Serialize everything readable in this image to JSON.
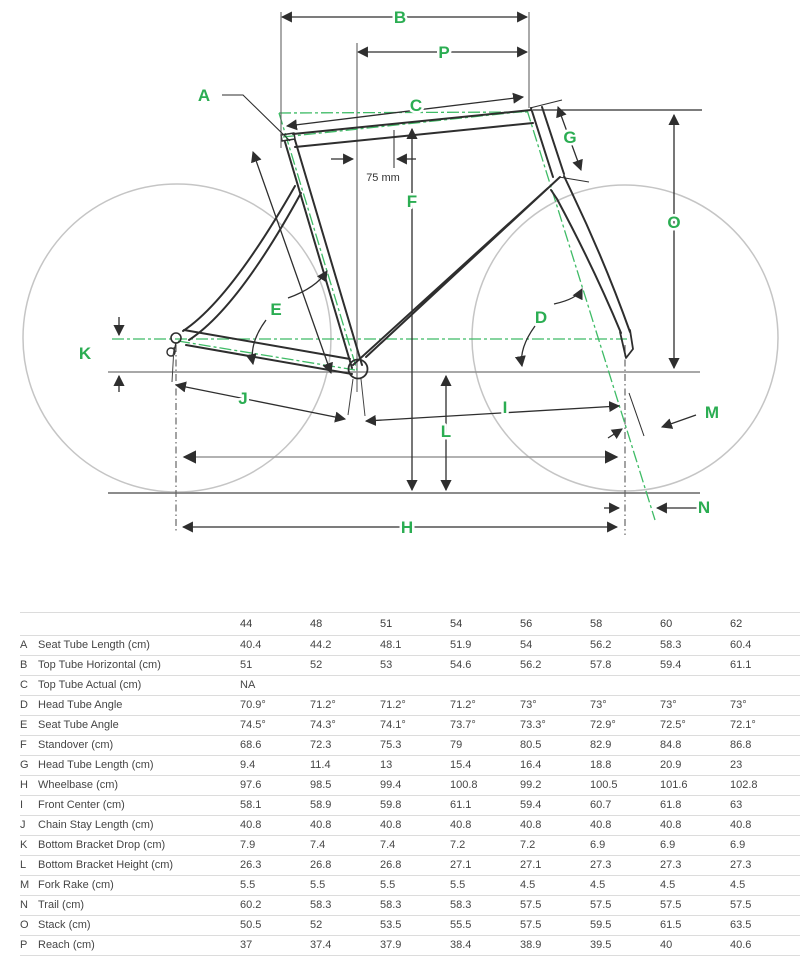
{
  "diagram": {
    "letters": {
      "A": "A",
      "B": "B",
      "C": "C",
      "D": "D",
      "E": "E",
      "F": "F",
      "G": "G",
      "H": "H",
      "I": "I",
      "J": "J",
      "K": "K",
      "L": "L",
      "M": "M",
      "N": "N",
      "O": "O",
      "P": "P"
    },
    "annotation_75mm": "75 mm",
    "colors": {
      "label_green": "#2bad52",
      "axis_green": "#3fbb66",
      "frame_dark": "#2e2e2e",
      "reference_gray": "#8c8c8c",
      "wheel_gray": "#c5c5c5"
    }
  },
  "table": {
    "header_sizes": [
      "44",
      "48",
      "51",
      "54",
      "56",
      "58",
      "60",
      "62"
    ],
    "rows": [
      {
        "letter": "A",
        "label": "Seat Tube Length (cm)",
        "values": [
          "40.4",
          "44.2",
          "48.1",
          "51.9",
          "54",
          "56.2",
          "58.3",
          "60.4"
        ]
      },
      {
        "letter": "B",
        "label": "Top Tube Horizontal (cm)",
        "values": [
          "51",
          "52",
          "53",
          "54.6",
          "56.2",
          "57.8",
          "59.4",
          "61.1"
        ]
      },
      {
        "letter": "C",
        "label": "Top Tube Actual (cm)",
        "values": [
          "NA",
          "",
          "",
          "",
          "",
          "",
          "",
          ""
        ]
      },
      {
        "letter": "D",
        "label": "Head Tube Angle",
        "values": [
          "70.9°",
          "71.2°",
          "71.2°",
          "71.2°",
          "73°",
          "73°",
          "73°",
          "73°"
        ]
      },
      {
        "letter": "E",
        "label": "Seat Tube Angle",
        "values": [
          "74.5°",
          "74.3°",
          "74.1°",
          "73.7°",
          "73.3°",
          "72.9°",
          "72.5°",
          "72.1°"
        ]
      },
      {
        "letter": "F",
        "label": "Standover (cm)",
        "values": [
          "68.6",
          "72.3",
          "75.3",
          "79",
          "80.5",
          "82.9",
          "84.8",
          "86.8"
        ]
      },
      {
        "letter": "G",
        "label": "Head Tube Length (cm)",
        "values": [
          "9.4",
          "11.4",
          "13",
          "15.4",
          "16.4",
          "18.8",
          "20.9",
          "23"
        ]
      },
      {
        "letter": "H",
        "label": "Wheelbase (cm)",
        "values": [
          "97.6",
          "98.5",
          "99.4",
          "100.8",
          "99.2",
          "100.5",
          "101.6",
          "102.8"
        ]
      },
      {
        "letter": "I",
        "label": "Front Center (cm)",
        "values": [
          "58.1",
          "58.9",
          "59.8",
          "61.1",
          "59.4",
          "60.7",
          "61.8",
          "63"
        ]
      },
      {
        "letter": "J",
        "label": "Chain Stay Length (cm)",
        "values": [
          "40.8",
          "40.8",
          "40.8",
          "40.8",
          "40.8",
          "40.8",
          "40.8",
          "40.8"
        ]
      },
      {
        "letter": "K",
        "label": "Bottom Bracket Drop (cm)",
        "values": [
          "7.9",
          "7.4",
          "7.4",
          "7.2",
          "7.2",
          "6.9",
          "6.9",
          "6.9"
        ]
      },
      {
        "letter": "L",
        "label": "Bottom Bracket Height (cm)",
        "values": [
          "26.3",
          "26.8",
          "26.8",
          "27.1",
          "27.1",
          "27.3",
          "27.3",
          "27.3"
        ]
      },
      {
        "letter": "M",
        "label": "Fork Rake (cm)",
        "values": [
          "5.5",
          "5.5",
          "5.5",
          "5.5",
          "4.5",
          "4.5",
          "4.5",
          "4.5"
        ]
      },
      {
        "letter": "N",
        "label": "Trail (cm)",
        "values": [
          "60.2",
          "58.3",
          "58.3",
          "58.3",
          "57.5",
          "57.5",
          "57.5",
          "57.5"
        ]
      },
      {
        "letter": "O",
        "label": "Stack (cm)",
        "values": [
          "50.5",
          "52",
          "53.5",
          "55.5",
          "57.5",
          "59.5",
          "61.5",
          "63.5"
        ]
      },
      {
        "letter": "P",
        "label": "Reach (cm)",
        "values": [
          "37",
          "37.4",
          "37.9",
          "38.4",
          "38.9",
          "39.5",
          "40",
          "40.6"
        ]
      }
    ]
  }
}
